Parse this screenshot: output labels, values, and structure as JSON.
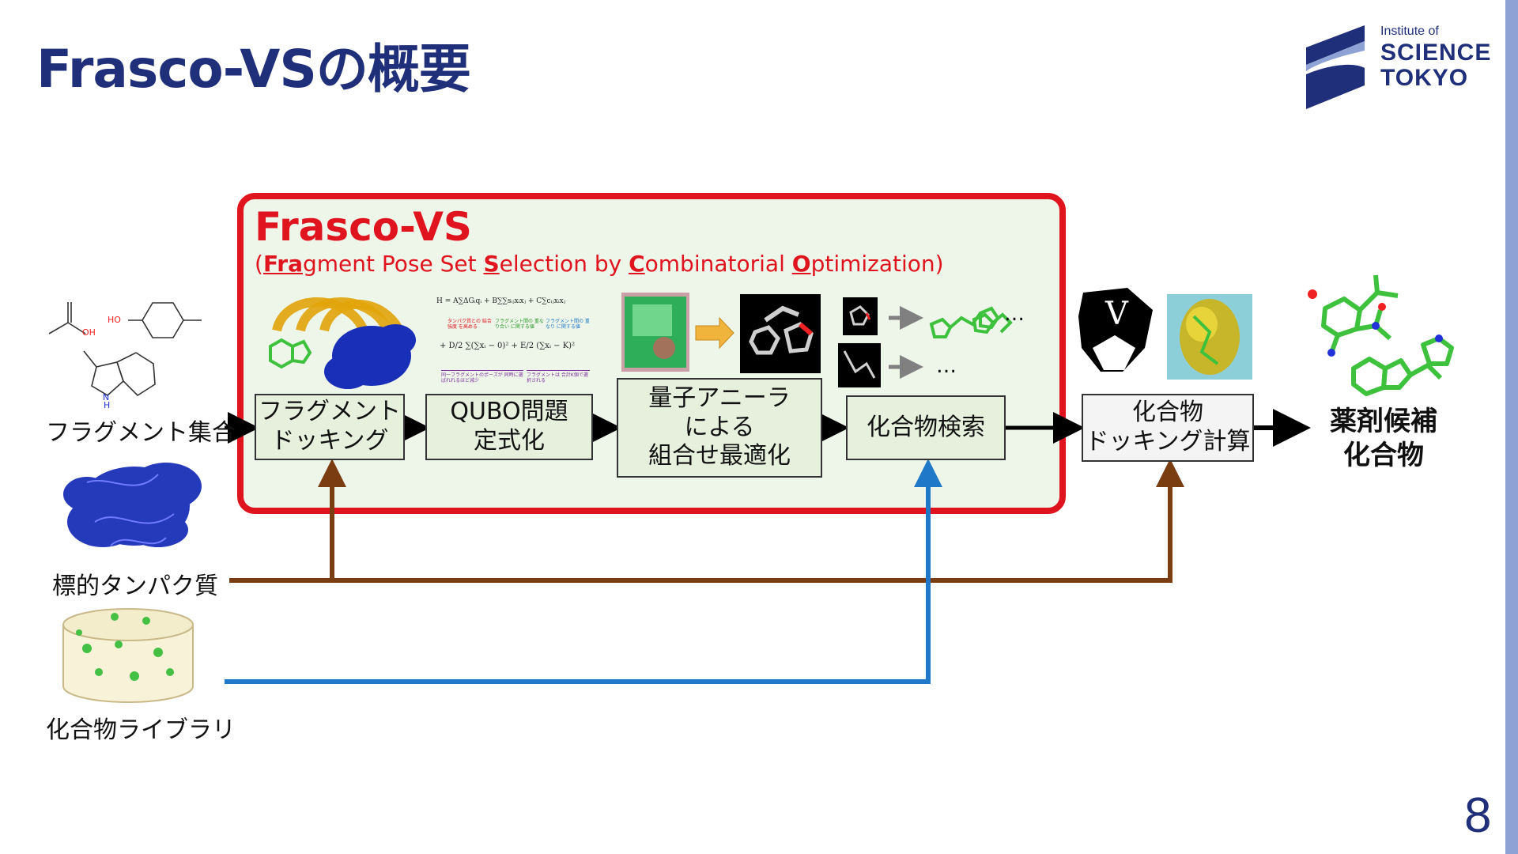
{
  "slide": {
    "title": "Frasco-VSの概要",
    "page_number": "8"
  },
  "logo": {
    "line1": "Institute of",
    "line2": "SCIENCE",
    "line3": "TOKYO",
    "color": "#1f2f7a"
  },
  "frasco": {
    "title": "Frasco-VS",
    "subtitle": {
      "open": "(",
      "frag": "Fra",
      "gment": "gment Pose Set ",
      "s": "S",
      "election": "election by ",
      "c": "C",
      "ombinatorial": "ombinatorial ",
      "o": "O",
      "ptimization": "ptimization)"
    },
    "border_color": "#e0141e"
  },
  "inputs": {
    "fragments": "フラグメント集合",
    "protein": "標的タンパク質",
    "library": "化合物ライブラリ",
    "oh_label": "OH",
    "ho_label": "HO",
    "nh_label": "N",
    "h_label": "H"
  },
  "steps": {
    "docking": [
      "フラグメント",
      "ドッキング"
    ],
    "qubo": [
      "QUBO問題",
      "定式化"
    ],
    "annealer": [
      "量子アニーラ",
      "による",
      "組合せ最適化"
    ],
    "search": "化合物検索",
    "compound_docking": [
      "化合物",
      "ドッキング計算"
    ]
  },
  "equation": {
    "line1": "H = A∑ΔGᵢqᵢ + B∑∑sᵢⱼxᵢxⱼ + C∑cᵢⱼxᵢxⱼ",
    "line2": "+ D/2 ∑(∑xᵢ − 0)² + E/2 (∑xᵢ − K)²",
    "note_red": "タンパク質との 結合強度 を高める",
    "note_green": "フラグメント間の 重なり合い に関する値",
    "note_blue": "フラグメント間の 重なり に関する値",
    "note_purple1": "同一フラグメントのポーズが 同時に選ばれれるほど減少",
    "note_purple2": "フラグメントは 合計K個で選択される"
  },
  "ellipsis": "…",
  "result": [
    "薬剤候補",
    "化合物"
  ],
  "colors": {
    "brown_line": "#7a3d12",
    "blue_line": "#1f78c8",
    "box_fill": "#e6f0dc"
  }
}
